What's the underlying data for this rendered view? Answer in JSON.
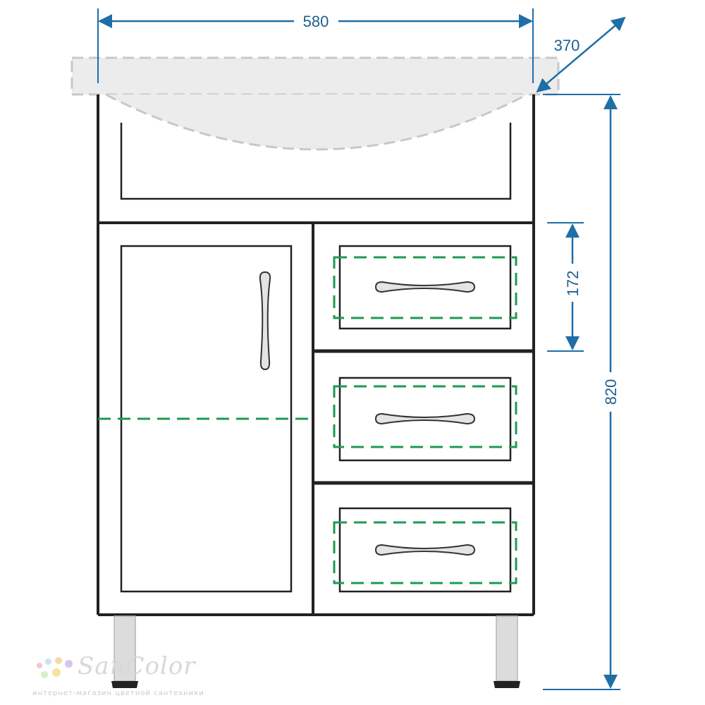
{
  "dimensions": {
    "width": "580",
    "depth": "370",
    "height": "820",
    "drawer_height": "172"
  },
  "colors": {
    "dimension_lines": "#1e6fa8",
    "dimension_text": "#1e5f8e",
    "cabinet_outline": "#222222",
    "sink_outline": "#c8c8c8",
    "sink_fill": "#ececec",
    "internal_shelf_guides": "#1c9a52",
    "legs": "#dcdcdc"
  },
  "watermark": {
    "logo_text": "SanColor",
    "tagline": "интернет-магазин цветной сантехники"
  }
}
